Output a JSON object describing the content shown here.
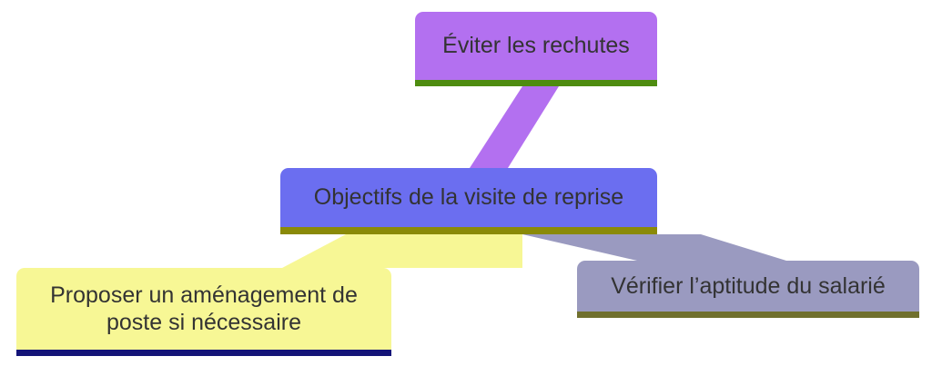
{
  "diagram": {
    "type": "hierarchy",
    "title": "Objectifs de la visite de reprise",
    "background_color": "#ffffff",
    "root": {
      "id": "objectifs",
      "label": "Objectifs de la visite de reprise",
      "fill_color": "#6b6ef0",
      "underline_color": "#8a8a08",
      "text_color": "#333333"
    },
    "nodes": [
      {
        "id": "eviter",
        "label": "Éviter les rechutes",
        "fill_color": "#b370f0",
        "underline_color": "#4e8c10",
        "text_color": "#333333",
        "position": "top"
      },
      {
        "id": "objectifs",
        "label": "Objectifs de la visite de reprise",
        "fill_color": "#6b6ef0",
        "underline_color": "#8a8a08",
        "text_color": "#333333",
        "position": "center"
      },
      {
        "id": "proposer",
        "label": "Proposer un aménagement de poste si nécessaire",
        "fill_color": "#f7f795",
        "underline_color": "#141478",
        "text_color": "#333333",
        "position": "bottom-left"
      },
      {
        "id": "verifier",
        "label": "Vérifier l’aptitude du salarié",
        "fill_color": "#9a9ac0",
        "underline_color": "#70702e",
        "text_color": "#333333",
        "position": "bottom-right"
      }
    ],
    "connectors": [
      {
        "id": "objectifs-eviter",
        "from": "objectifs",
        "to": "eviter",
        "color": "#b370f0",
        "shape": "parallelogram"
      },
      {
        "id": "objectifs-proposer",
        "from": "objectifs",
        "to": "proposer",
        "color": "#f7f795",
        "shape": "quadrilateral"
      },
      {
        "id": "objectifs-verifier",
        "from": "objectifs",
        "to": "verifier",
        "color": "#9a9ac0",
        "shape": "quadrilateral"
      }
    ]
  }
}
